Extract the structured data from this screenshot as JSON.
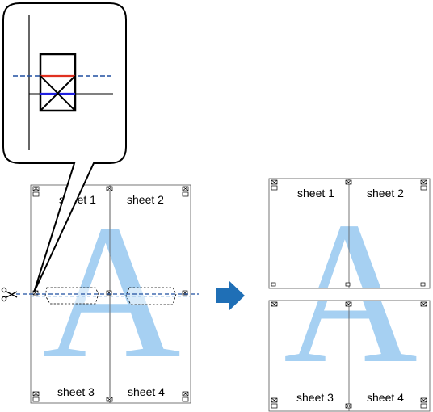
{
  "left_panel": {
    "sheet_labels": [
      "sheet 1",
      "sheet 2",
      "sheet 3",
      "sheet 4"
    ],
    "watermark_letter": "A"
  },
  "right_panel": {
    "sheet_labels": [
      "sheet 1",
      "sheet 2",
      "sheet 3",
      "sheet 4"
    ],
    "watermark_letter": "A"
  },
  "colors": {
    "watermark": "#a6d0f2",
    "arrow": "#1f6fb6",
    "cut_line": "#1f4fa0",
    "top_mark": "#e03020",
    "bottom_mark": "#2020e0"
  },
  "icons": [
    "scissors-icon",
    "right-arrow-icon",
    "zoom-callout"
  ]
}
